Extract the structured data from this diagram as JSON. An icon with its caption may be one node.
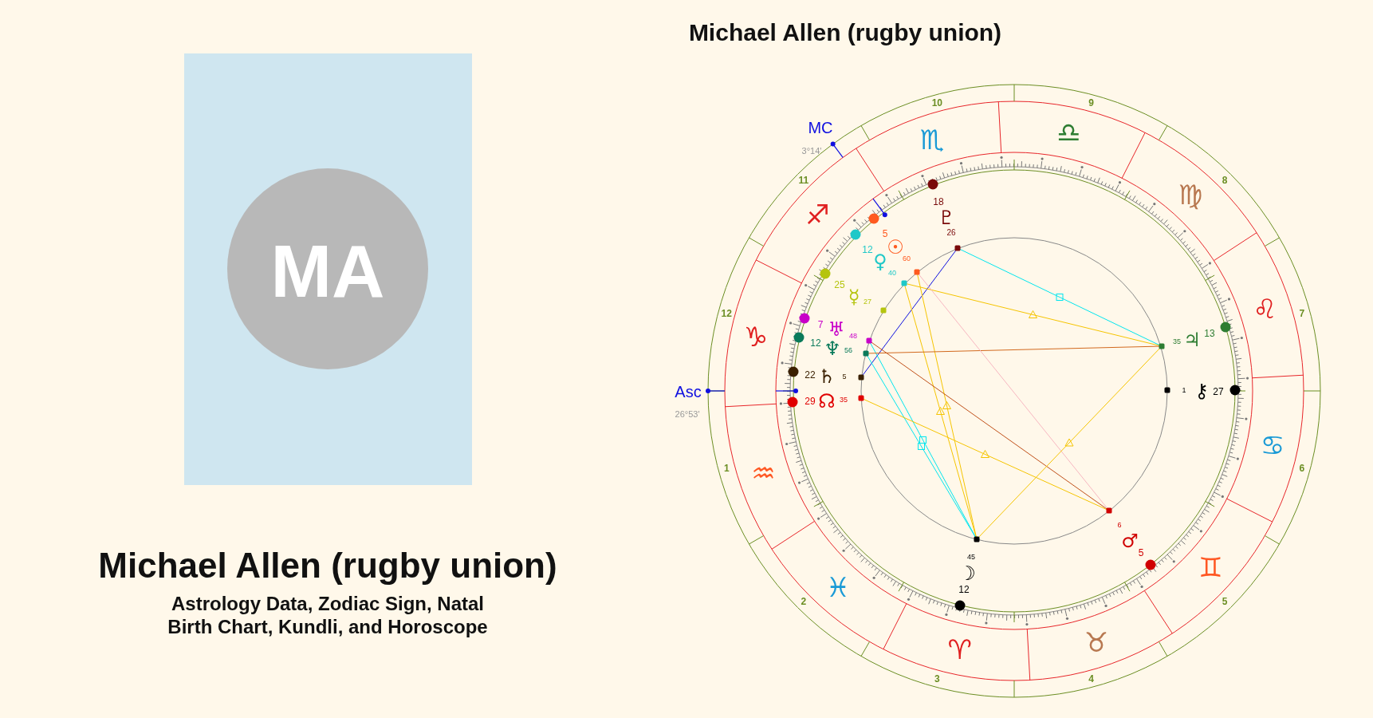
{
  "diagram": {
    "title": "Michael Allen (rugby union)",
    "labels": [
      "MA",
      "Michael Allen (rugby union)",
      "Astrology Data, Zodiac Sign, Natal Birth Chart, Kundli, and Horoscope",
      "MC",
      "3°14'",
      "Asc",
      "26°53'",
      "1",
      "2",
      "3",
      "4",
      "5",
      "6",
      "7",
      "8",
      "9",
      "10",
      "11",
      "12",
      "♑",
      "♒",
      "♓",
      "♈",
      "♉",
      "♊",
      "♋",
      "♌",
      "♍",
      "♎",
      "♏",
      "♐",
      "18",
      "♇",
      "26",
      "5",
      "☉",
      "60",
      "12",
      "♀",
      "40",
      "25",
      "☿",
      "27",
      "7",
      "♅",
      "48",
      "12",
      "♆",
      "56",
      "22",
      "♄",
      "5",
      "29",
      "☊",
      "35",
      "35",
      "♃",
      "13",
      "1",
      "⚷",
      "27",
      "6",
      "♂",
      "5",
      "45",
      "☽",
      "12"
    ]
  }
}
